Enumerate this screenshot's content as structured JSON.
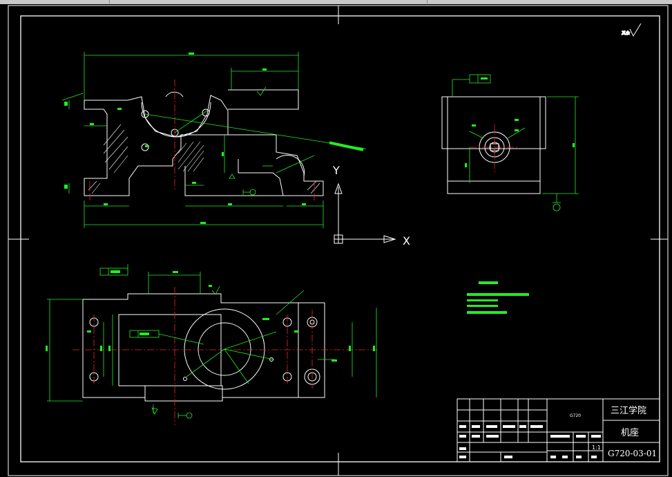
{
  "window": {
    "tabs": [
      "",
      "",
      ""
    ]
  },
  "axes": {
    "y_label": "Y",
    "x_label": "X"
  },
  "title_block": {
    "school": "三江学院",
    "part_name": "机座",
    "drawing_no": "G720-03-01",
    "scale": "1:1",
    "model": "G720"
  }
}
